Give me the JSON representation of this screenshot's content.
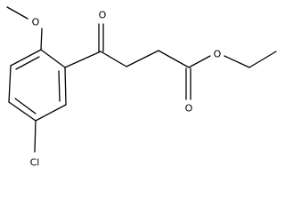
{
  "molecule": {
    "atom_labels": {
      "methoxy_carbon": "",
      "methoxy_oxygen": "O",
      "ketone_oxygen": "O",
      "ester_carbonyl_oxygen": "O",
      "ester_oxygen": "O",
      "chlorine": "Cl"
    },
    "substituents": [
      "methoxy",
      "ketone",
      "ethyl ester",
      "chloro"
    ]
  },
  "colors": {
    "bond": "#000000",
    "label": "#000000",
    "background": "#ffffff"
  }
}
